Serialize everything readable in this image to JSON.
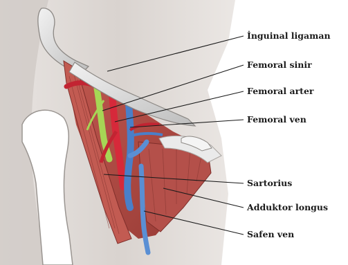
{
  "labels": [
    {
      "id": "inguinal-ligament",
      "text": "İnguinal ligaman"
    },
    {
      "id": "femoral-nerve",
      "text": "Femoral sinir"
    },
    {
      "id": "femoral-artery",
      "text": "Femoral arter"
    },
    {
      "id": "femoral-vein",
      "text": "Femoral ven"
    },
    {
      "id": "sartorius",
      "text": "Sartorius"
    },
    {
      "id": "adductor-longus",
      "text": "Adduktor longus"
    },
    {
      "id": "saphenous-vein",
      "text": "Safen ven"
    }
  ],
  "colors": {
    "skin": "#dcd6d2",
    "bone": "#ffffff",
    "muscle": "#b04a44",
    "muscle_dark": "#8e3430",
    "artery": "#d6293a",
    "vein": "#4a7fc8",
    "nerve": "#a6d655",
    "ligament": "#d8d8d8"
  }
}
